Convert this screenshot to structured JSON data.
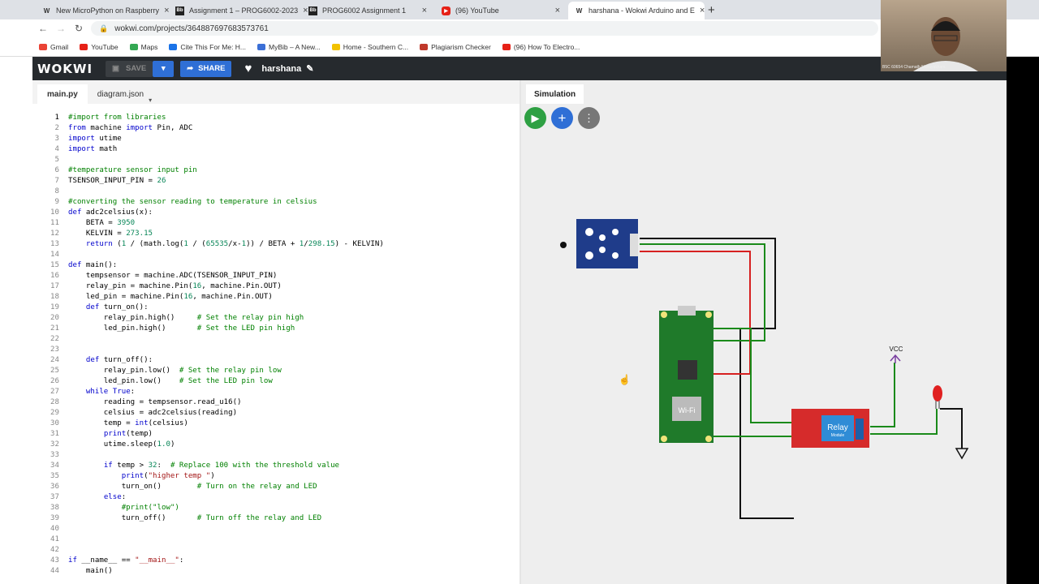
{
  "browser": {
    "tabs": [
      {
        "label": "New MicroPython on Raspberry",
        "icon": "W"
      },
      {
        "label": "Assignment 1 – PROG6002-2023",
        "icon": "Bb"
      },
      {
        "label": "PROG6002 Assignment 1",
        "icon": "Bb"
      },
      {
        "label": "(96) YouTube",
        "icon": "youtube-icon"
      },
      {
        "label": "harshana - Wokwi Arduino and E",
        "icon": "W"
      }
    ],
    "url": "wokwi.com/projects/364887697683573761",
    "bookmarks": [
      "Gmail",
      "YouTube",
      "Maps",
      "Cite This For Me: H...",
      "MyBib – A New...",
      "Home - Southern C...",
      "Plagiarism Checker",
      "(96) How To Electro..."
    ]
  },
  "wokwi": {
    "logo": "WOKWI",
    "save": "SAVE",
    "share": "SHARE",
    "project_name": "harshana"
  },
  "editor": {
    "tabs": [
      "main.py",
      "diagram.json"
    ]
  },
  "code_lines": [
    [
      [
        "c",
        "#import from libraries"
      ]
    ],
    [
      [
        "k",
        "from"
      ],
      [
        "t",
        " machine "
      ],
      [
        "k",
        "import"
      ],
      [
        "t",
        " Pin, ADC"
      ]
    ],
    [
      [
        "k",
        "import"
      ],
      [
        "t",
        " utime"
      ]
    ],
    [
      [
        "k",
        "import"
      ],
      [
        "t",
        " math"
      ]
    ],
    [],
    [
      [
        "c",
        "#temperature sensor input pin"
      ]
    ],
    [
      [
        "t",
        "TSENSOR_INPUT_PIN = "
      ],
      [
        "n",
        "26"
      ]
    ],
    [],
    [
      [
        "c",
        "#converting the sensor reading to temperature in celsius"
      ]
    ],
    [
      [
        "k",
        "def"
      ],
      [
        "t",
        " adc2celsius(x):"
      ]
    ],
    [
      [
        "t",
        "    BETA = "
      ],
      [
        "n",
        "3950"
      ]
    ],
    [
      [
        "t",
        "    KELVIN = "
      ],
      [
        "n",
        "273.15"
      ]
    ],
    [
      [
        "t",
        "    "
      ],
      [
        "k",
        "return"
      ],
      [
        "t",
        " ("
      ],
      [
        "n",
        "1"
      ],
      [
        "t",
        " / (math.log("
      ],
      [
        "n",
        "1"
      ],
      [
        "t",
        " / ("
      ],
      [
        "n",
        "65535"
      ],
      [
        "t",
        "/x-"
      ],
      [
        "n",
        "1"
      ],
      [
        "t",
        ")) / BETA + "
      ],
      [
        "n",
        "1"
      ],
      [
        "t",
        "/"
      ],
      [
        "n",
        "298.15"
      ],
      [
        "t",
        ") - KELVIN)"
      ]
    ],
    [],
    [
      [
        "k",
        "def"
      ],
      [
        "t",
        " main():"
      ]
    ],
    [
      [
        "t",
        "    tempsensor = machine.ADC(TSENSOR_INPUT_PIN)"
      ]
    ],
    [
      [
        "t",
        "    relay_pin = machine.Pin("
      ],
      [
        "n",
        "16"
      ],
      [
        "t",
        ", machine.Pin.OUT)"
      ]
    ],
    [
      [
        "t",
        "    led_pin = machine.Pin("
      ],
      [
        "n",
        "16"
      ],
      [
        "t",
        ", machine.Pin.OUT)"
      ]
    ],
    [
      [
        "t",
        "    "
      ],
      [
        "k",
        "def"
      ],
      [
        "t",
        " turn_on():"
      ]
    ],
    [
      [
        "t",
        "        relay_pin.high()     "
      ],
      [
        "c",
        "# Set the relay pin high"
      ]
    ],
    [
      [
        "t",
        "        led_pin.high()       "
      ],
      [
        "c",
        "# Set the LED pin high"
      ]
    ],
    [],
    [],
    [
      [
        "t",
        "    "
      ],
      [
        "k",
        "def"
      ],
      [
        "t",
        " turn_off():"
      ]
    ],
    [
      [
        "t",
        "        relay_pin.low()  "
      ],
      [
        "c",
        "# Set the relay pin low"
      ]
    ],
    [
      [
        "t",
        "        led_pin.low()    "
      ],
      [
        "c",
        "# Set the LED pin low"
      ]
    ],
    [
      [
        "t",
        "    "
      ],
      [
        "k",
        "while"
      ],
      [
        "t",
        " "
      ],
      [
        "k",
        "True"
      ],
      [
        "t",
        ":"
      ]
    ],
    [
      [
        "t",
        "        reading = tempsensor.read_u16()"
      ]
    ],
    [
      [
        "t",
        "        celsius = adc2celsius(reading)"
      ]
    ],
    [
      [
        "t",
        "        temp = "
      ],
      [
        "k",
        "int"
      ],
      [
        "t",
        "(celsius)"
      ]
    ],
    [
      [
        "t",
        "        "
      ],
      [
        "k",
        "print"
      ],
      [
        "t",
        "(temp)"
      ]
    ],
    [
      [
        "t",
        "        utime.sleep("
      ],
      [
        "n",
        "1.0"
      ],
      [
        "t",
        ")"
      ]
    ],
    [],
    [
      [
        "t",
        "        "
      ],
      [
        "k",
        "if"
      ],
      [
        "t",
        " temp > "
      ],
      [
        "n",
        "32"
      ],
      [
        "t",
        ":  "
      ],
      [
        "c",
        "# Replace 100 with the threshold value"
      ]
    ],
    [
      [
        "t",
        "            "
      ],
      [
        "k",
        "print"
      ],
      [
        "t",
        "("
      ],
      [
        "s",
        "\"higher temp \""
      ],
      [
        "t",
        ")"
      ]
    ],
    [
      [
        "t",
        "            turn_on()        "
      ],
      [
        "c",
        "# Turn on the relay and LED"
      ]
    ],
    [
      [
        "t",
        "        "
      ],
      [
        "k",
        "else"
      ],
      [
        "t",
        ":"
      ]
    ],
    [
      [
        "t",
        "            "
      ],
      [
        "c",
        "#print(\"low\")"
      ]
    ],
    [
      [
        "t",
        "            turn_off()       "
      ],
      [
        "c",
        "# Turn off the relay and LED"
      ]
    ],
    [],
    [],
    [],
    [
      [
        "k",
        "if"
      ],
      [
        "t",
        " __name__ == "
      ],
      [
        "s",
        "\"__main__\""
      ],
      [
        "t",
        ":"
      ]
    ],
    [
      [
        "t",
        "    main()"
      ]
    ]
  ],
  "simulation": {
    "tab": "Simulation",
    "vcc_label": "VCC",
    "relay_label": "Relay",
    "relay_sub": "Module",
    "pico_label": "Wi-Fi"
  },
  "webcam": {
    "caption": "B5C 60654 Chamath Nanayakkara"
  }
}
